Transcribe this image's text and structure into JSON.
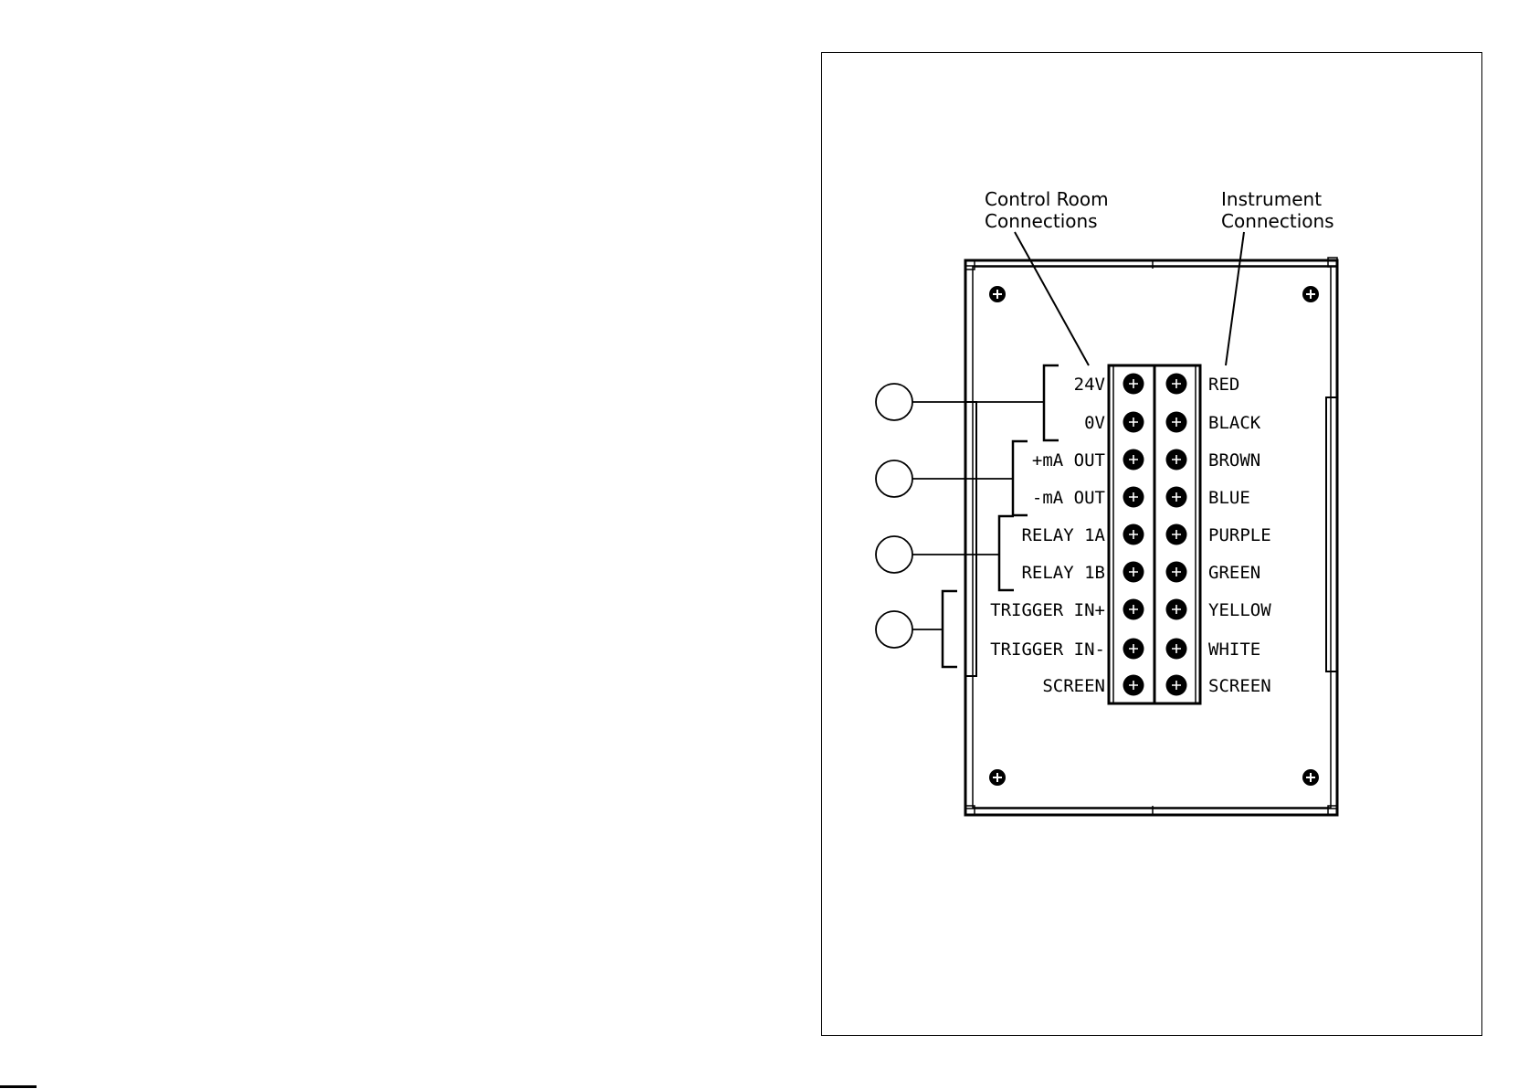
{
  "headers": {
    "control_room": "Control Room\nConnections",
    "instrument": "Instrument\nConnections"
  },
  "terminals": {
    "left": [
      "24V",
      "0V",
      "+mA OUT",
      "-mA OUT",
      "RELAY 1A",
      "RELAY 1B",
      "TRIGGER IN+",
      "TRIGGER IN-",
      "SCREEN"
    ],
    "right": [
      "RED",
      "BLACK",
      "BROWN",
      "BLUE",
      "PURPLE",
      "GREEN",
      "YELLOW",
      "WHITE",
      "SCREEN"
    ]
  },
  "callout_groups": [
    {
      "rows": [
        0,
        1
      ]
    },
    {
      "rows": [
        2,
        3
      ]
    },
    {
      "rows": [
        4,
        5
      ]
    },
    {
      "rows": [
        6,
        7
      ]
    }
  ]
}
